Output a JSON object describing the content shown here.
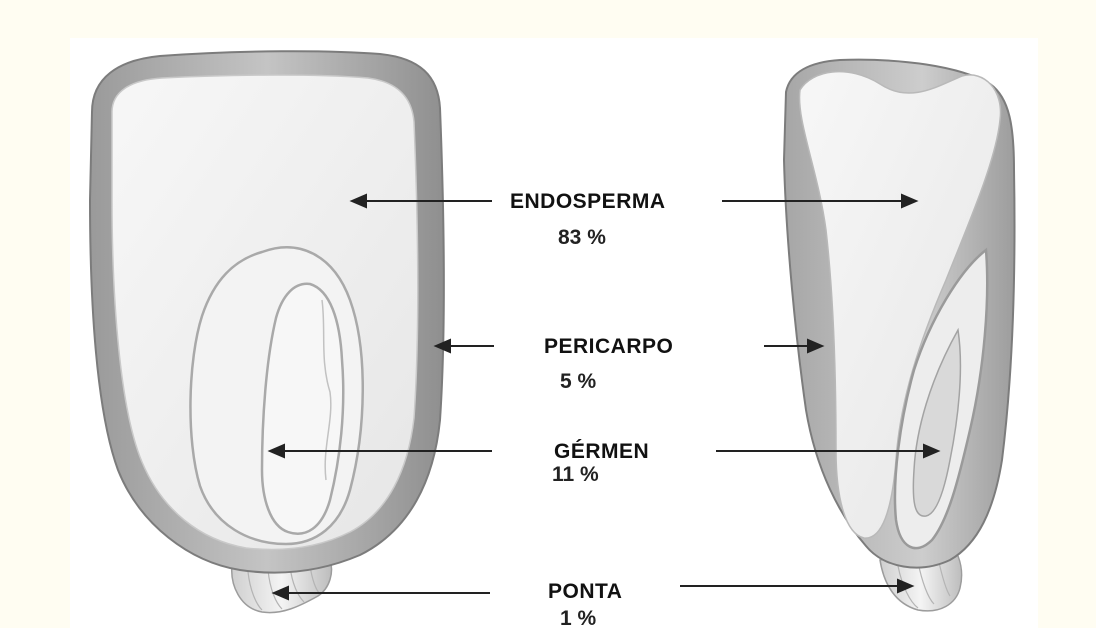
{
  "background_color": "#fffdf2",
  "kernel_colors": {
    "pericarp_outer": "#b5b5b5",
    "pericarp_edge": "#8e8e8e",
    "endosperm": "#f1f1f1",
    "germ_line": "#a9a9a9",
    "arrow": "#222222"
  },
  "parts": [
    {
      "name": "ENDOSPERMA",
      "percent": "83 %"
    },
    {
      "name": "PERICARPO",
      "percent": "5 %"
    },
    {
      "name": "GÉRMEN",
      "percent": "11 %"
    },
    {
      "name": "PONTA",
      "percent": "1 %"
    }
  ]
}
